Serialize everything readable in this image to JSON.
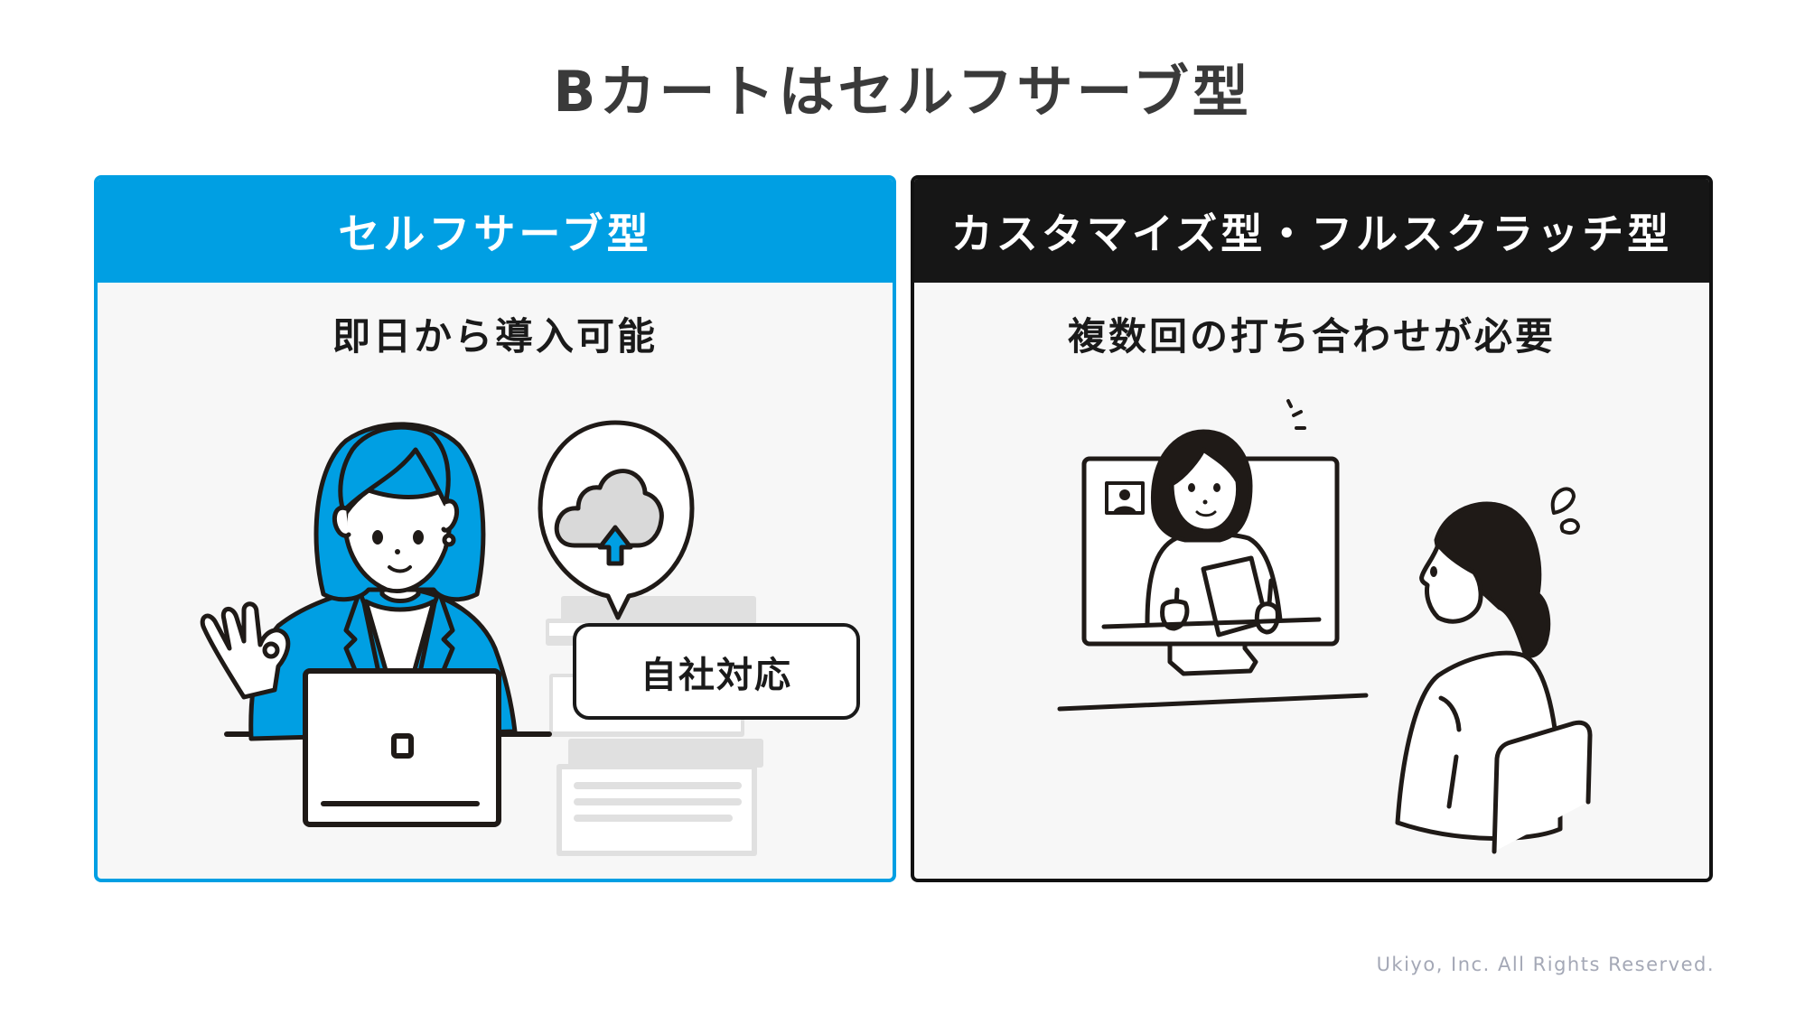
{
  "page": {
    "title": "Bカートはセルフサーブ型",
    "copyright": "Ukiyo, Inc. All Rights Reserved."
  },
  "colors": {
    "accent_blue": "#009fe3",
    "dark": "#161616",
    "card_bg": "#f7f7f7",
    "title_text": "#3a3a3a",
    "copyright_text": "#a4a8b6"
  },
  "cards": [
    {
      "header": "セルフサーブ型",
      "subtitle": "即日から導入可能",
      "illustration": {
        "description": "woman at laptop making OK sign with cloud upload bubble",
        "label": "自社対応",
        "icons": [
          "cloud-upload-icon",
          "laptop-icon",
          "documents-icon"
        ]
      }
    },
    {
      "header": "カスタマイズ型・フルスクラッチ型",
      "subtitle": "複数回の打ち合わせが必要",
      "illustration": {
        "description": "woman in video call on monitor, worried woman watching",
        "icons": [
          "monitor-icon",
          "sweat-drop-icon"
        ]
      }
    }
  ]
}
